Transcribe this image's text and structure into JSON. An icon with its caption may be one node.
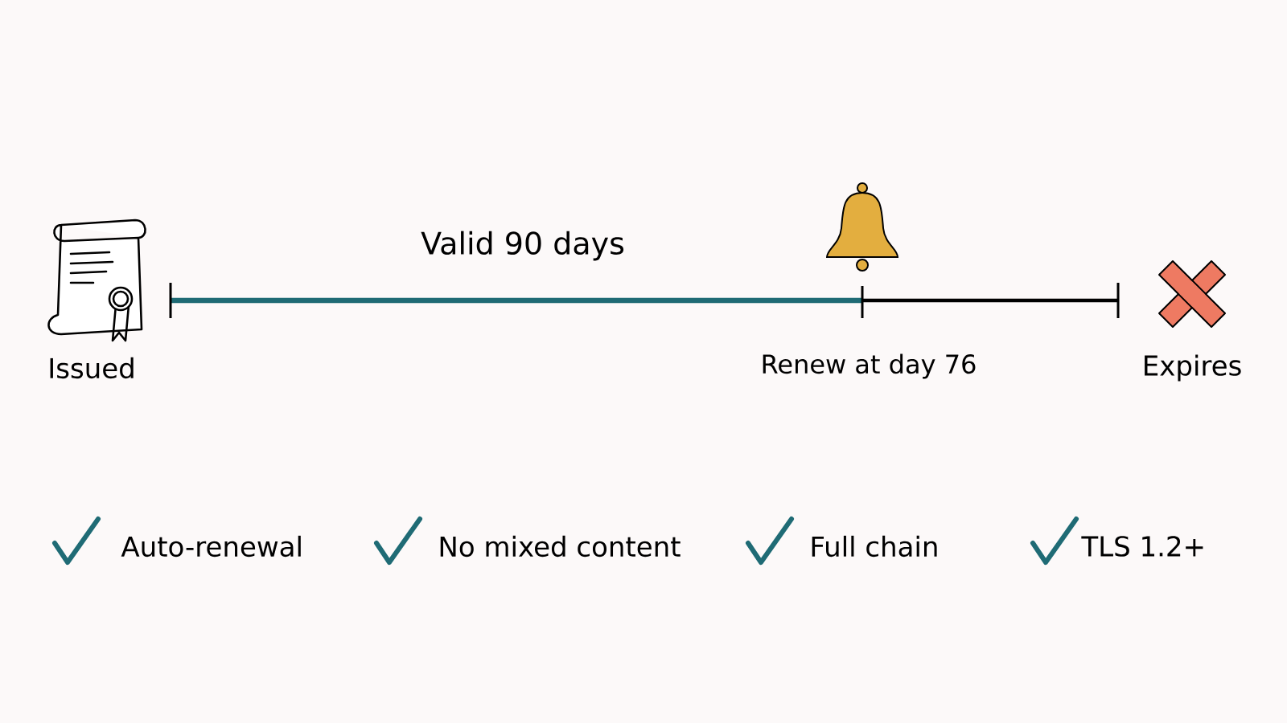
{
  "diagram": {
    "labels": [
      "Valid 90 days",
      "Issued",
      "Renew at day 76",
      "Expires",
      "Auto-renewal",
      "No mixed content",
      "Full chain",
      "TLS 1.2+"
    ]
  }
}
